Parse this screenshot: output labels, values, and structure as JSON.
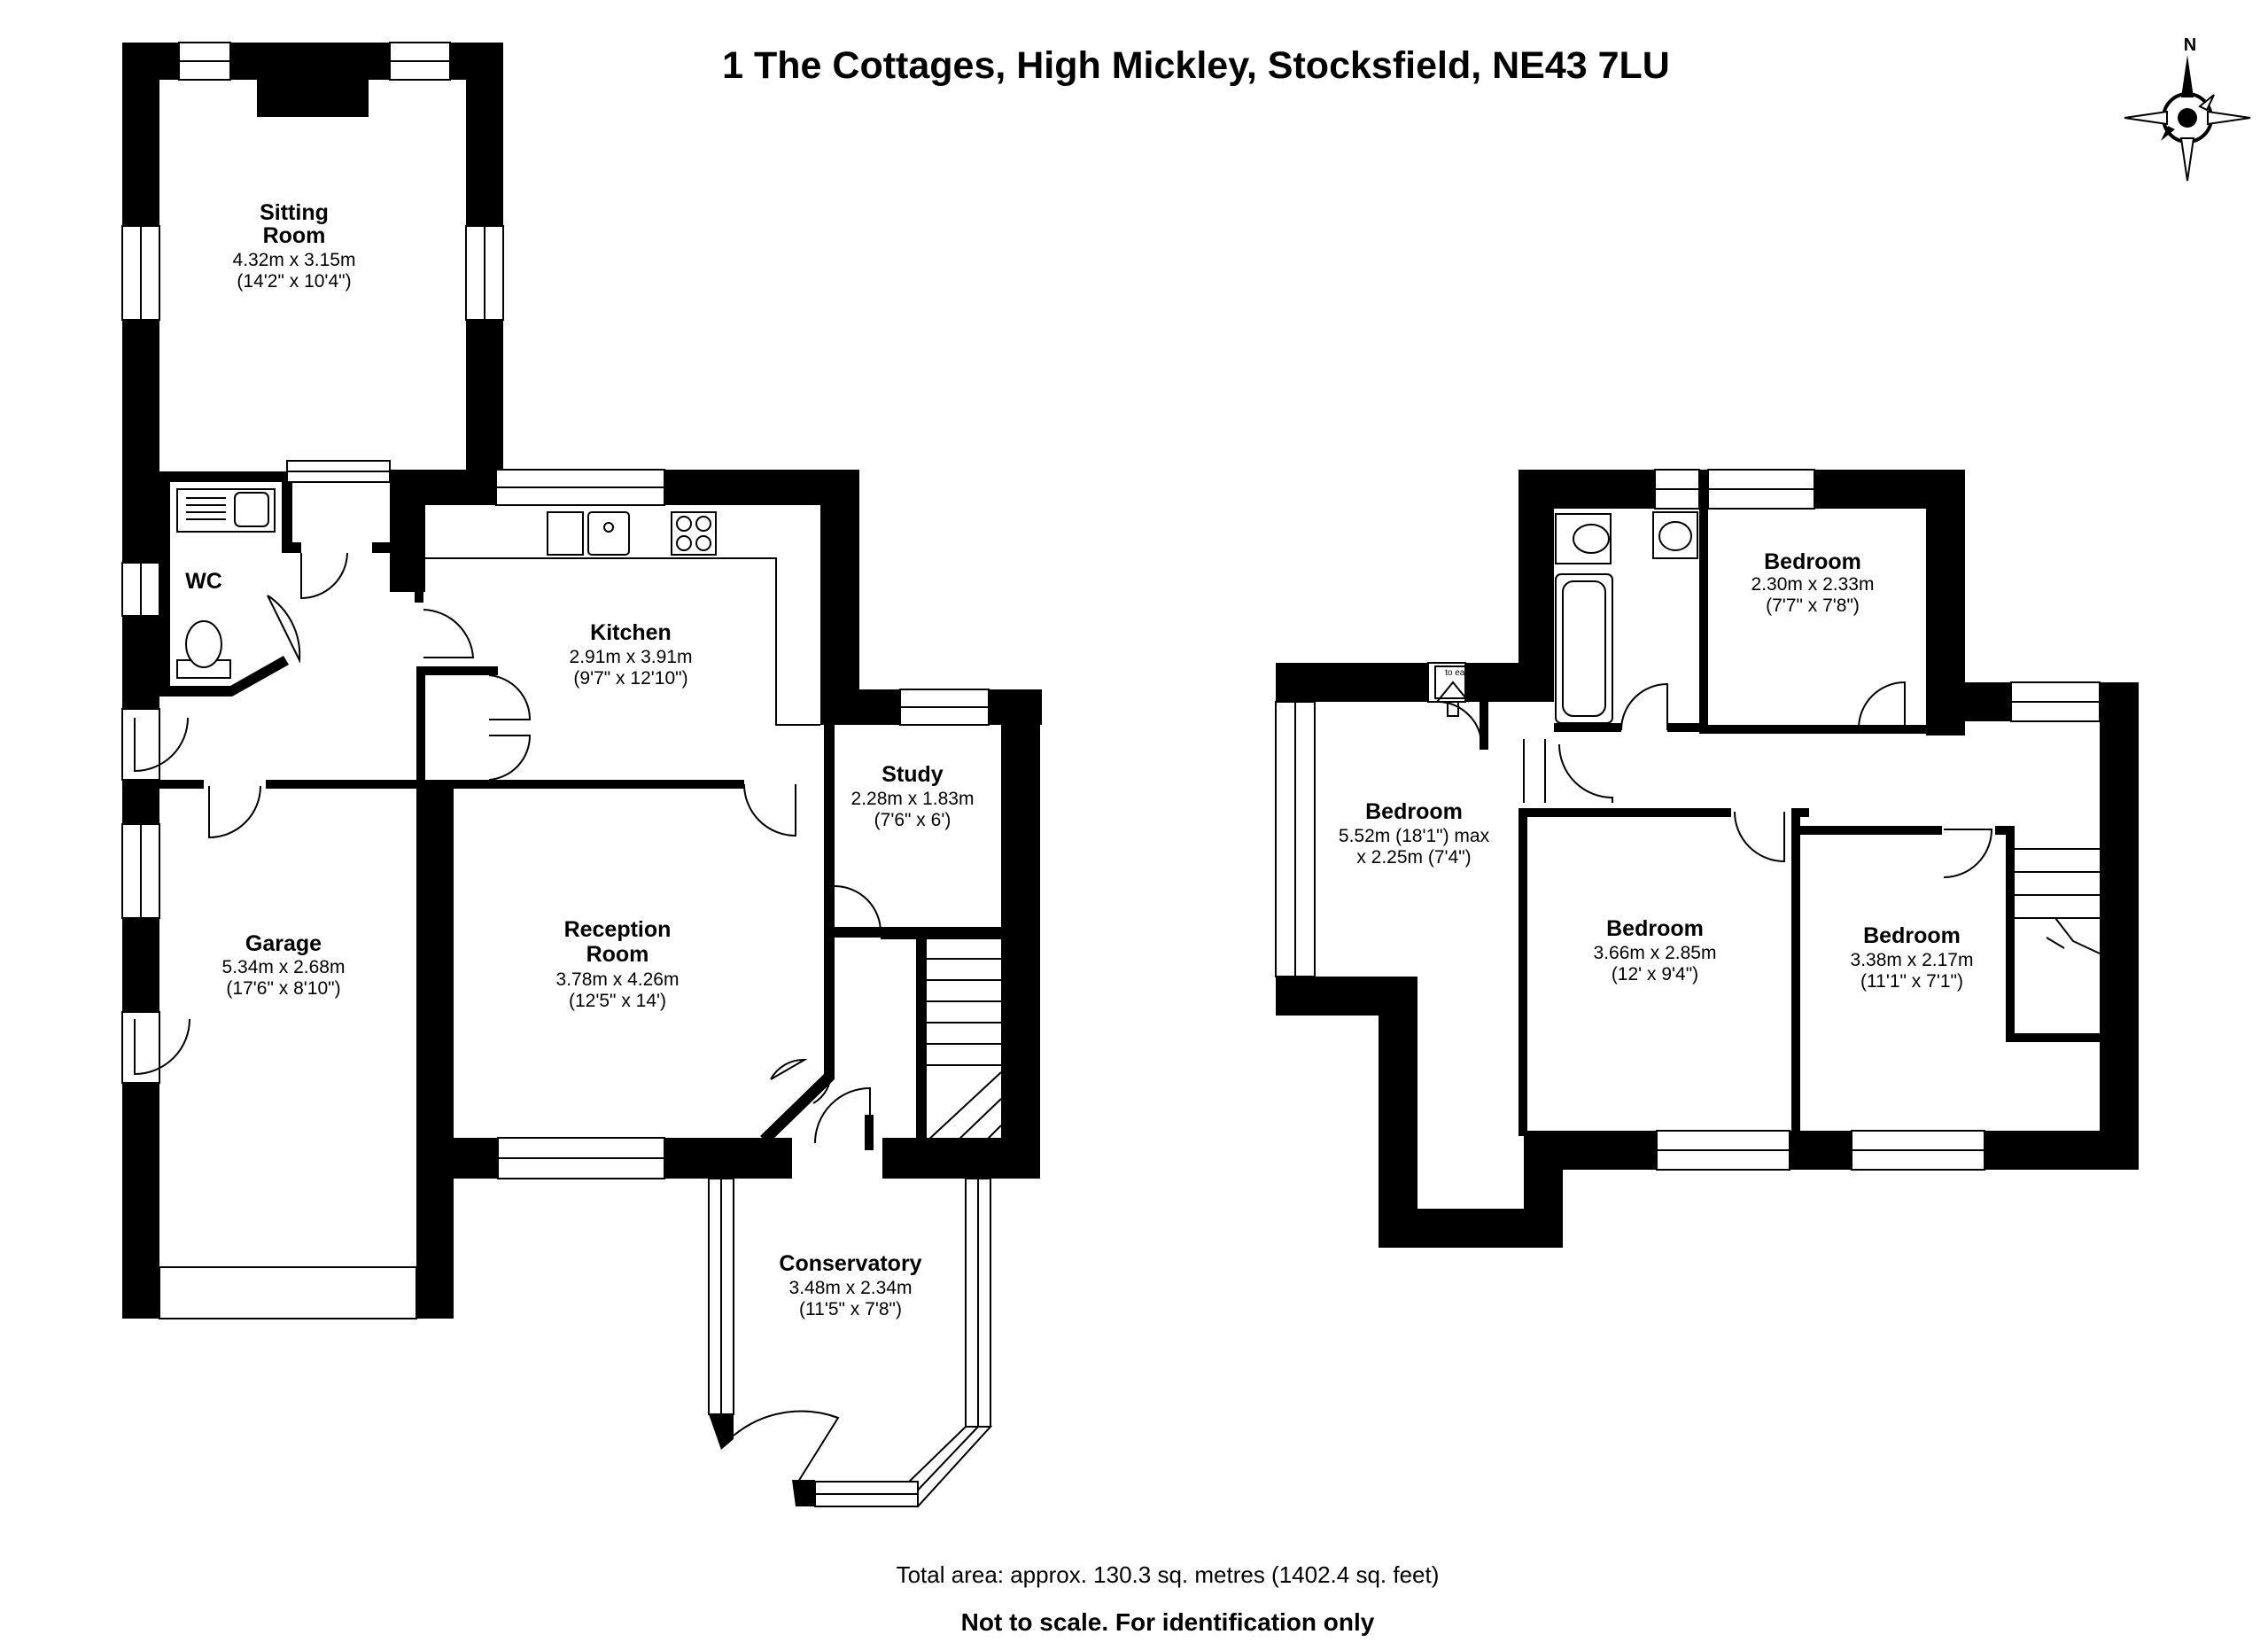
{
  "title": "1 The Cottages, High Mickley, Stocksfield, NE43 7LU",
  "compass": {
    "label": "N"
  },
  "ground_floor": {
    "rooms": {
      "sitting_room": {
        "name_line1": "Sitting",
        "name_line2": "Room",
        "metric": "4.32m x 3.15m",
        "imperial": "(14'2\" x 10'4\")"
      },
      "wc": {
        "name": "WC"
      },
      "kitchen": {
        "name": "Kitchen",
        "metric": "2.91m x 3.91m",
        "imperial": "(9'7\" x 12'10\")"
      },
      "study": {
        "name": "Study",
        "metric": "2.28m x 1.83m",
        "imperial": "(7'6\" x 6')"
      },
      "garage": {
        "name": "Garage",
        "metric": "5.34m x 2.68m",
        "imperial": "(17'6\" x 8'10\")"
      },
      "reception": {
        "name_line1": "Reception",
        "name_line2": "Room",
        "metric": "3.78m x 4.26m",
        "imperial": "(12'5\" x 14')"
      },
      "conservatory": {
        "name": "Conservatory",
        "metric": "3.48m x 2.34m",
        "imperial": "(11'5\" x 7'8\")"
      }
    }
  },
  "first_floor": {
    "eaves_label": "to eaves",
    "rooms": {
      "bedroom_small": {
        "name": "Bedroom",
        "metric": "2.30m x 2.33m",
        "imperial": "(7'7\" x 7'8\")"
      },
      "bedroom_large": {
        "name": "Bedroom",
        "metric": "5.52m (18'1\") max",
        "imperial": "x 2.25m (7'4\")"
      },
      "bedroom_middle": {
        "name": "Bedroom",
        "metric": "3.66m x 2.85m",
        "imperial": "(12' x 9'4\")"
      },
      "bedroom_right": {
        "name": "Bedroom",
        "metric": "3.38m x 2.17m",
        "imperial": "(11'1\" x 7'1\")"
      }
    }
  },
  "footer": {
    "area": "Total area: approx. 130.3 sq. metres (1402.4 sq. feet)",
    "disclaimer": "Not to scale. For identification only"
  }
}
